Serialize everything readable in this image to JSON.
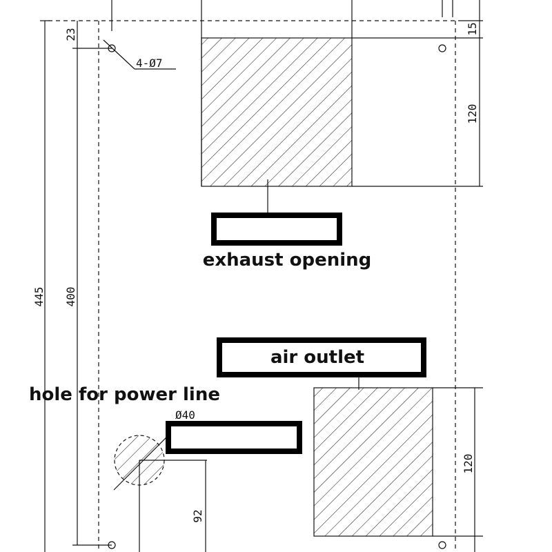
{
  "dimensions": {
    "overall_height": "445",
    "hole_spacing": "400",
    "top_offset": "23",
    "hole_callout": "4-Ø7",
    "top_margin": "15",
    "exhaust_height": "120",
    "outlet_height": "120",
    "power_hole_diameter": "Ø40",
    "power_hole_offset": "92"
  },
  "labels": {
    "exhaust": "exhaust opening",
    "air_outlet": "air outlet",
    "power_hole": "hole for power line"
  },
  "colors": {
    "ink": "#111111",
    "background": "#ffffff"
  }
}
